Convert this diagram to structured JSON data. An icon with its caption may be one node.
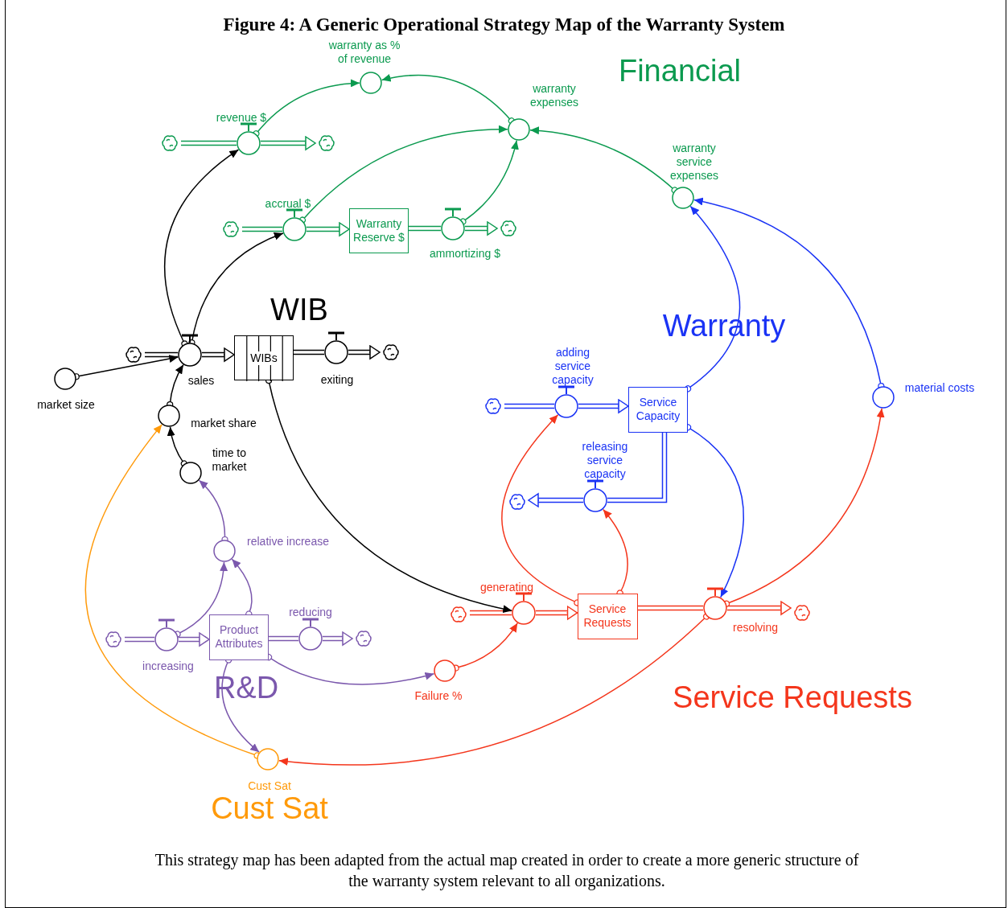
{
  "diagram": {
    "title": "Figure 4: A Generic Operational Strategy Map of the Warranty System",
    "caption": "This strategy map has been adapted from the actual map created in order to create a more generic structure of the warranty system relevant to all organizations.",
    "nodes": [
      {
        "text": [
          "warranty as % of revenue"
        ]
      },
      {
        "text": [
          "revenue $"
        ]
      },
      {
        "text": [],
        "shape": "cloud"
      },
      {
        "text": [],
        "shape": "cloud"
      },
      {
        "text": [
          "warranty expenses"
        ]
      },
      {
        "text": [
          "warranty service expenses"
        ]
      },
      {
        "text": [
          "accrual $"
        ]
      },
      {
        "text": [],
        "shape": "cloud"
      },
      {
        "text": [
          "Warranty Reserve $"
        ]
      },
      {
        "text": [
          "ammortizing $"
        ]
      },
      {
        "text": [],
        "shape": "cloud"
      },
      {
        "text": [
          "market size"
        ]
      },
      {
        "text": [],
        "shape": "cloud"
      },
      {
        "text": [
          "sales"
        ]
      },
      {
        "text": [
          "WIBs"
        ]
      },
      {
        "text": [
          "exiting"
        ]
      },
      {
        "text": [],
        "shape": "cloud"
      },
      {
        "text": [
          "market share"
        ]
      },
      {
        "text": [
          "time to market"
        ]
      },
      {
        "text": [
          "adding service capacity"
        ]
      },
      {
        "text": [],
        "shape": "cloud"
      },
      {
        "text": [
          "Service Capacity"
        ]
      },
      {
        "text": [
          "material costs"
        ]
      },
      {
        "text": [
          "releasing service capacity"
        ]
      },
      {
        "text": [],
        "shape": "cloud"
      },
      {
        "text": [
          "relative increase"
        ]
      },
      {
        "text": [
          "generating"
        ]
      },
      {
        "text": [],
        "shape": "cloud"
      },
      {
        "text": [
          "Service Requests"
        ]
      },
      {
        "text": [
          "resolving"
        ]
      },
      {
        "text": [],
        "shape": "cloud"
      },
      {
        "text": [],
        "shape": "cloud"
      },
      {
        "text": [
          "increasing"
        ]
      },
      {
        "text": [
          "Product Attributes"
        ]
      },
      {
        "text": [
          "reducing"
        ]
      },
      {
        "text": [],
        "shape": "cloud"
      },
      {
        "text": [
          "Failure %"
        ]
      },
      {
        "text": [
          "Cust Sat"
        ]
      }
    ],
    "edges": [
      {
        "from": 2,
        "to": 1,
        "arrow": "none",
        "color": "#0b9a4f"
      },
      {
        "from": 1,
        "to": 3,
        "arrow": "to",
        "color": "#0b9a4f"
      },
      {
        "from": 7,
        "to": 6,
        "arrow": "none",
        "color": "#0b9a4f"
      },
      {
        "from": 6,
        "to": 8,
        "arrow": "to",
        "color": "#0b9a4f"
      },
      {
        "from": 8,
        "to": 9,
        "arrow": "none",
        "color": "#0b9a4f"
      },
      {
        "from": 9,
        "to": 10,
        "arrow": "to",
        "color": "#0b9a4f"
      },
      {
        "from": 12,
        "to": 13,
        "arrow": "none",
        "color": "#000000"
      },
      {
        "from": 13,
        "to": 14,
        "arrow": "to",
        "color": "#000000"
      },
      {
        "from": 14,
        "to": 15,
        "arrow": "none",
        "color": "#000000"
      },
      {
        "from": 15,
        "to": 16,
        "arrow": "to",
        "color": "#000000"
      },
      {
        "from": 20,
        "to": 19,
        "arrow": "none",
        "color": "#1a33f5"
      },
      {
        "from": 19,
        "to": 21,
        "arrow": "to",
        "color": "#1a33f5"
      },
      {
        "from": 21,
        "to": 23,
        "arrow": "none",
        "color": "#1a33f5"
      },
      {
        "from": 23,
        "to": 24,
        "arrow": "to",
        "color": "#1a33f5"
      },
      {
        "from": 27,
        "to": 26,
        "arrow": "none",
        "color": "#f4361c"
      },
      {
        "from": 26,
        "to": 28,
        "arrow": "to",
        "color": "#f4361c"
      },
      {
        "from": 28,
        "to": 29,
        "arrow": "none",
        "color": "#f4361c"
      },
      {
        "from": 29,
        "to": 30,
        "arrow": "to",
        "color": "#f4361c"
      },
      {
        "from": 31,
        "to": 32,
        "arrow": "none",
        "color": "#7b58ad"
      },
      {
        "from": 32,
        "to": 33,
        "arrow": "to",
        "color": "#7b58ad"
      },
      {
        "from": 33,
        "to": 34,
        "arrow": "none",
        "color": "#7b58ad"
      },
      {
        "from": 34,
        "to": 35,
        "arrow": "to",
        "color": "#7b58ad"
      },
      {
        "from": 1,
        "to": 0,
        "arrow": "to",
        "color": "#0b9a4f"
      },
      {
        "from": 4,
        "to": 0,
        "arrow": "to",
        "color": "#0b9a4f"
      },
      {
        "from": 6,
        "to": 4,
        "arrow": "to",
        "color": "#0b9a4f"
      },
      {
        "from": 9,
        "to": 4,
        "arrow": "to",
        "color": "#0b9a4f"
      },
      {
        "from": 5,
        "to": 4,
        "arrow": "to",
        "color": "#0b9a4f"
      },
      {
        "from": 13,
        "to": 1,
        "arrow": "to",
        "color": "#000000"
      },
      {
        "from": 13,
        "to": 6,
        "arrow": "to",
        "color": "#000000"
      },
      {
        "from": 11,
        "to": 13,
        "arrow": "to",
        "color": "#000000"
      },
      {
        "from": 17,
        "to": 13,
        "arrow": "to",
        "color": "#000000"
      },
      {
        "from": 18,
        "to": 17,
        "arrow": "to",
        "color": "#000000"
      },
      {
        "from": 14,
        "to": 26,
        "arrow": "to",
        "color": "#000000"
      },
      {
        "from": 21,
        "to": 5,
        "arrow": "to",
        "color": "#1a33f5"
      },
      {
        "from": 22,
        "to": 5,
        "arrow": "to",
        "color": "#1a33f5"
      },
      {
        "from": 21,
        "to": 29,
        "arrow": "to",
        "color": "#1a33f5"
      },
      {
        "from": 28,
        "to": 19,
        "arrow": "to",
        "color": "#f4361c"
      },
      {
        "from": 28,
        "to": 23,
        "arrow": "to",
        "color": "#f4361c"
      },
      {
        "from": 29,
        "to": 22,
        "arrow": "to",
        "color": "#f4361c"
      },
      {
        "from": 29,
        "to": 37,
        "arrow": "to",
        "color": "#f4361c"
      },
      {
        "from": 36,
        "to": 26,
        "arrow": "to",
        "color": "#f4361c"
      },
      {
        "from": 25,
        "to": 18,
        "arrow": "to",
        "color": "#7b58ad"
      },
      {
        "from": 32,
        "to": 25,
        "arrow": "to",
        "color": "#7b58ad"
      },
      {
        "from": 33,
        "to": 25,
        "arrow": "to",
        "color": "#7b58ad"
      },
      {
        "from": 33,
        "to": 36,
        "arrow": "to",
        "color": "#7b58ad"
      },
      {
        "from": 33,
        "to": 37,
        "arrow": "to",
        "color": "#7b58ad"
      },
      {
        "from": 37,
        "to": 17,
        "arrow": "to",
        "color": "#ff9a0a"
      }
    ],
    "labels": [
      "Financial",
      "WIB",
      "Warranty",
      "R&D",
      "Service Requests",
      "Cust Sat"
    ]
  }
}
